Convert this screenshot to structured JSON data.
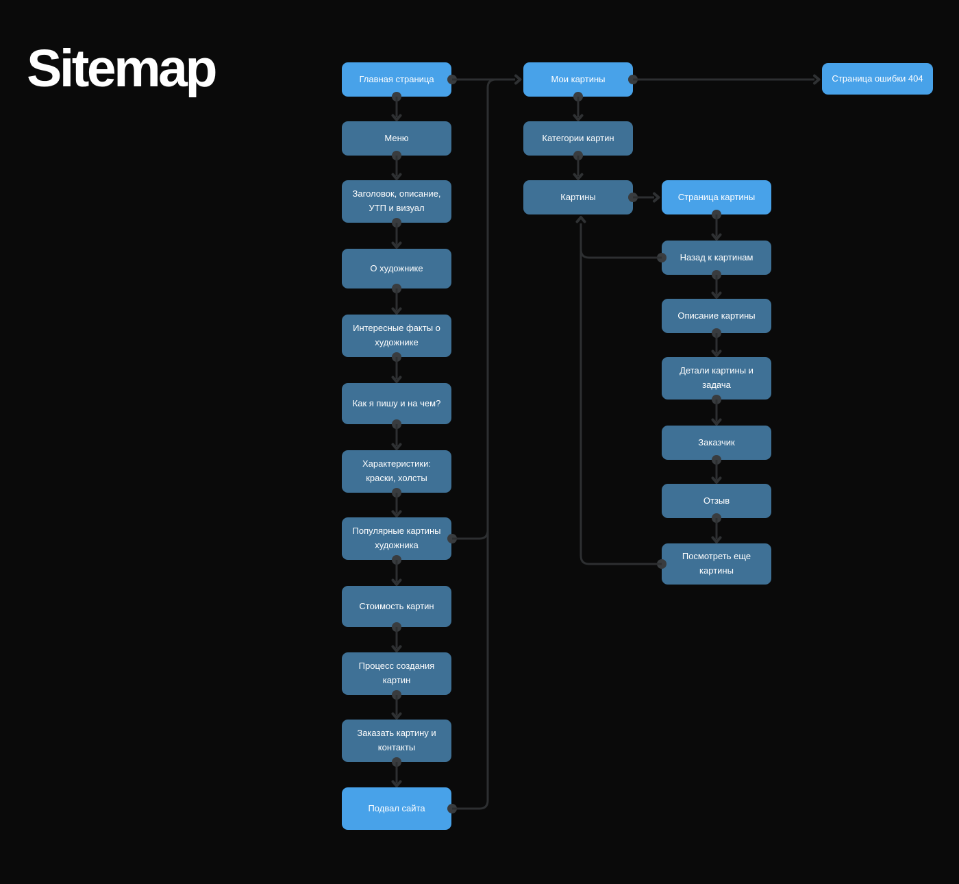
{
  "title": "Sitemap",
  "colors": {
    "background": "#0a0a0a",
    "node_primary": "#48a2e9",
    "node_secondary": "#3f7196",
    "connector": "#2d2f31",
    "text": "#ffffff"
  },
  "diagram": {
    "nodes": [
      {
        "id": "home",
        "label": "Главная страница",
        "variant": "primary"
      },
      {
        "id": "menu",
        "label": "Меню",
        "variant": "secondary"
      },
      {
        "id": "header-block",
        "label": "Заголовок, описание, УТП и визуал",
        "variant": "secondary"
      },
      {
        "id": "about-artist",
        "label": "О художнике",
        "variant": "secondary"
      },
      {
        "id": "facts",
        "label": "Интересные факты о художнике",
        "variant": "secondary"
      },
      {
        "id": "how-i-paint",
        "label": "Как я пишу и на чем?",
        "variant": "secondary"
      },
      {
        "id": "characteristics",
        "label": "Характеристики: краски, холсты",
        "variant": "secondary"
      },
      {
        "id": "popular-paintings",
        "label": "Популярные картины художника",
        "variant": "secondary"
      },
      {
        "id": "pricing",
        "label": "Стоимость картин",
        "variant": "secondary"
      },
      {
        "id": "creation-process",
        "label": "Процесс создания картин",
        "variant": "secondary"
      },
      {
        "id": "order-contacts",
        "label": "Заказать картину и контакты",
        "variant": "secondary"
      },
      {
        "id": "footer",
        "label": "Подвал сайта",
        "variant": "primary"
      },
      {
        "id": "my-paintings",
        "label": "Мои картины",
        "variant": "primary"
      },
      {
        "id": "categories",
        "label": "Категории картин",
        "variant": "secondary"
      },
      {
        "id": "paintings",
        "label": "Картины",
        "variant": "secondary"
      },
      {
        "id": "painting-page",
        "label": "Страница картины",
        "variant": "primary"
      },
      {
        "id": "back-to-paintings",
        "label": "Назад к картинам",
        "variant": "secondary"
      },
      {
        "id": "painting-description",
        "label": "Описание картины",
        "variant": "secondary"
      },
      {
        "id": "painting-details",
        "label": "Детали картины и задача",
        "variant": "secondary"
      },
      {
        "id": "client",
        "label": "Заказчик",
        "variant": "secondary"
      },
      {
        "id": "review",
        "label": "Отзыв",
        "variant": "secondary"
      },
      {
        "id": "see-more",
        "label": "Посмотреть еще картины",
        "variant": "secondary"
      },
      {
        "id": "error-404",
        "label": "Страница ошибки 404",
        "variant": "primary"
      }
    ],
    "edges": [
      {
        "from": "home",
        "to": "menu"
      },
      {
        "from": "menu",
        "to": "header-block"
      },
      {
        "from": "header-block",
        "to": "about-artist"
      },
      {
        "from": "about-artist",
        "to": "facts"
      },
      {
        "from": "facts",
        "to": "how-i-paint"
      },
      {
        "from": "how-i-paint",
        "to": "characteristics"
      },
      {
        "from": "characteristics",
        "to": "popular-paintings"
      },
      {
        "from": "popular-paintings",
        "to": "pricing"
      },
      {
        "from": "pricing",
        "to": "creation-process"
      },
      {
        "from": "creation-process",
        "to": "order-contacts"
      },
      {
        "from": "order-contacts",
        "to": "footer"
      },
      {
        "from": "home",
        "to": "my-paintings"
      },
      {
        "from": "popular-paintings",
        "to": "my-paintings"
      },
      {
        "from": "footer",
        "to": "my-paintings"
      },
      {
        "from": "my-paintings",
        "to": "error-404"
      },
      {
        "from": "my-paintings",
        "to": "categories"
      },
      {
        "from": "categories",
        "to": "paintings"
      },
      {
        "from": "paintings",
        "to": "painting-page"
      },
      {
        "from": "painting-page",
        "to": "back-to-paintings"
      },
      {
        "from": "back-to-paintings",
        "to": "painting-description"
      },
      {
        "from": "painting-description",
        "to": "painting-details"
      },
      {
        "from": "painting-details",
        "to": "client"
      },
      {
        "from": "client",
        "to": "review"
      },
      {
        "from": "review",
        "to": "see-more"
      },
      {
        "from": "back-to-paintings",
        "to": "paintings"
      },
      {
        "from": "see-more",
        "to": "paintings"
      }
    ]
  }
}
